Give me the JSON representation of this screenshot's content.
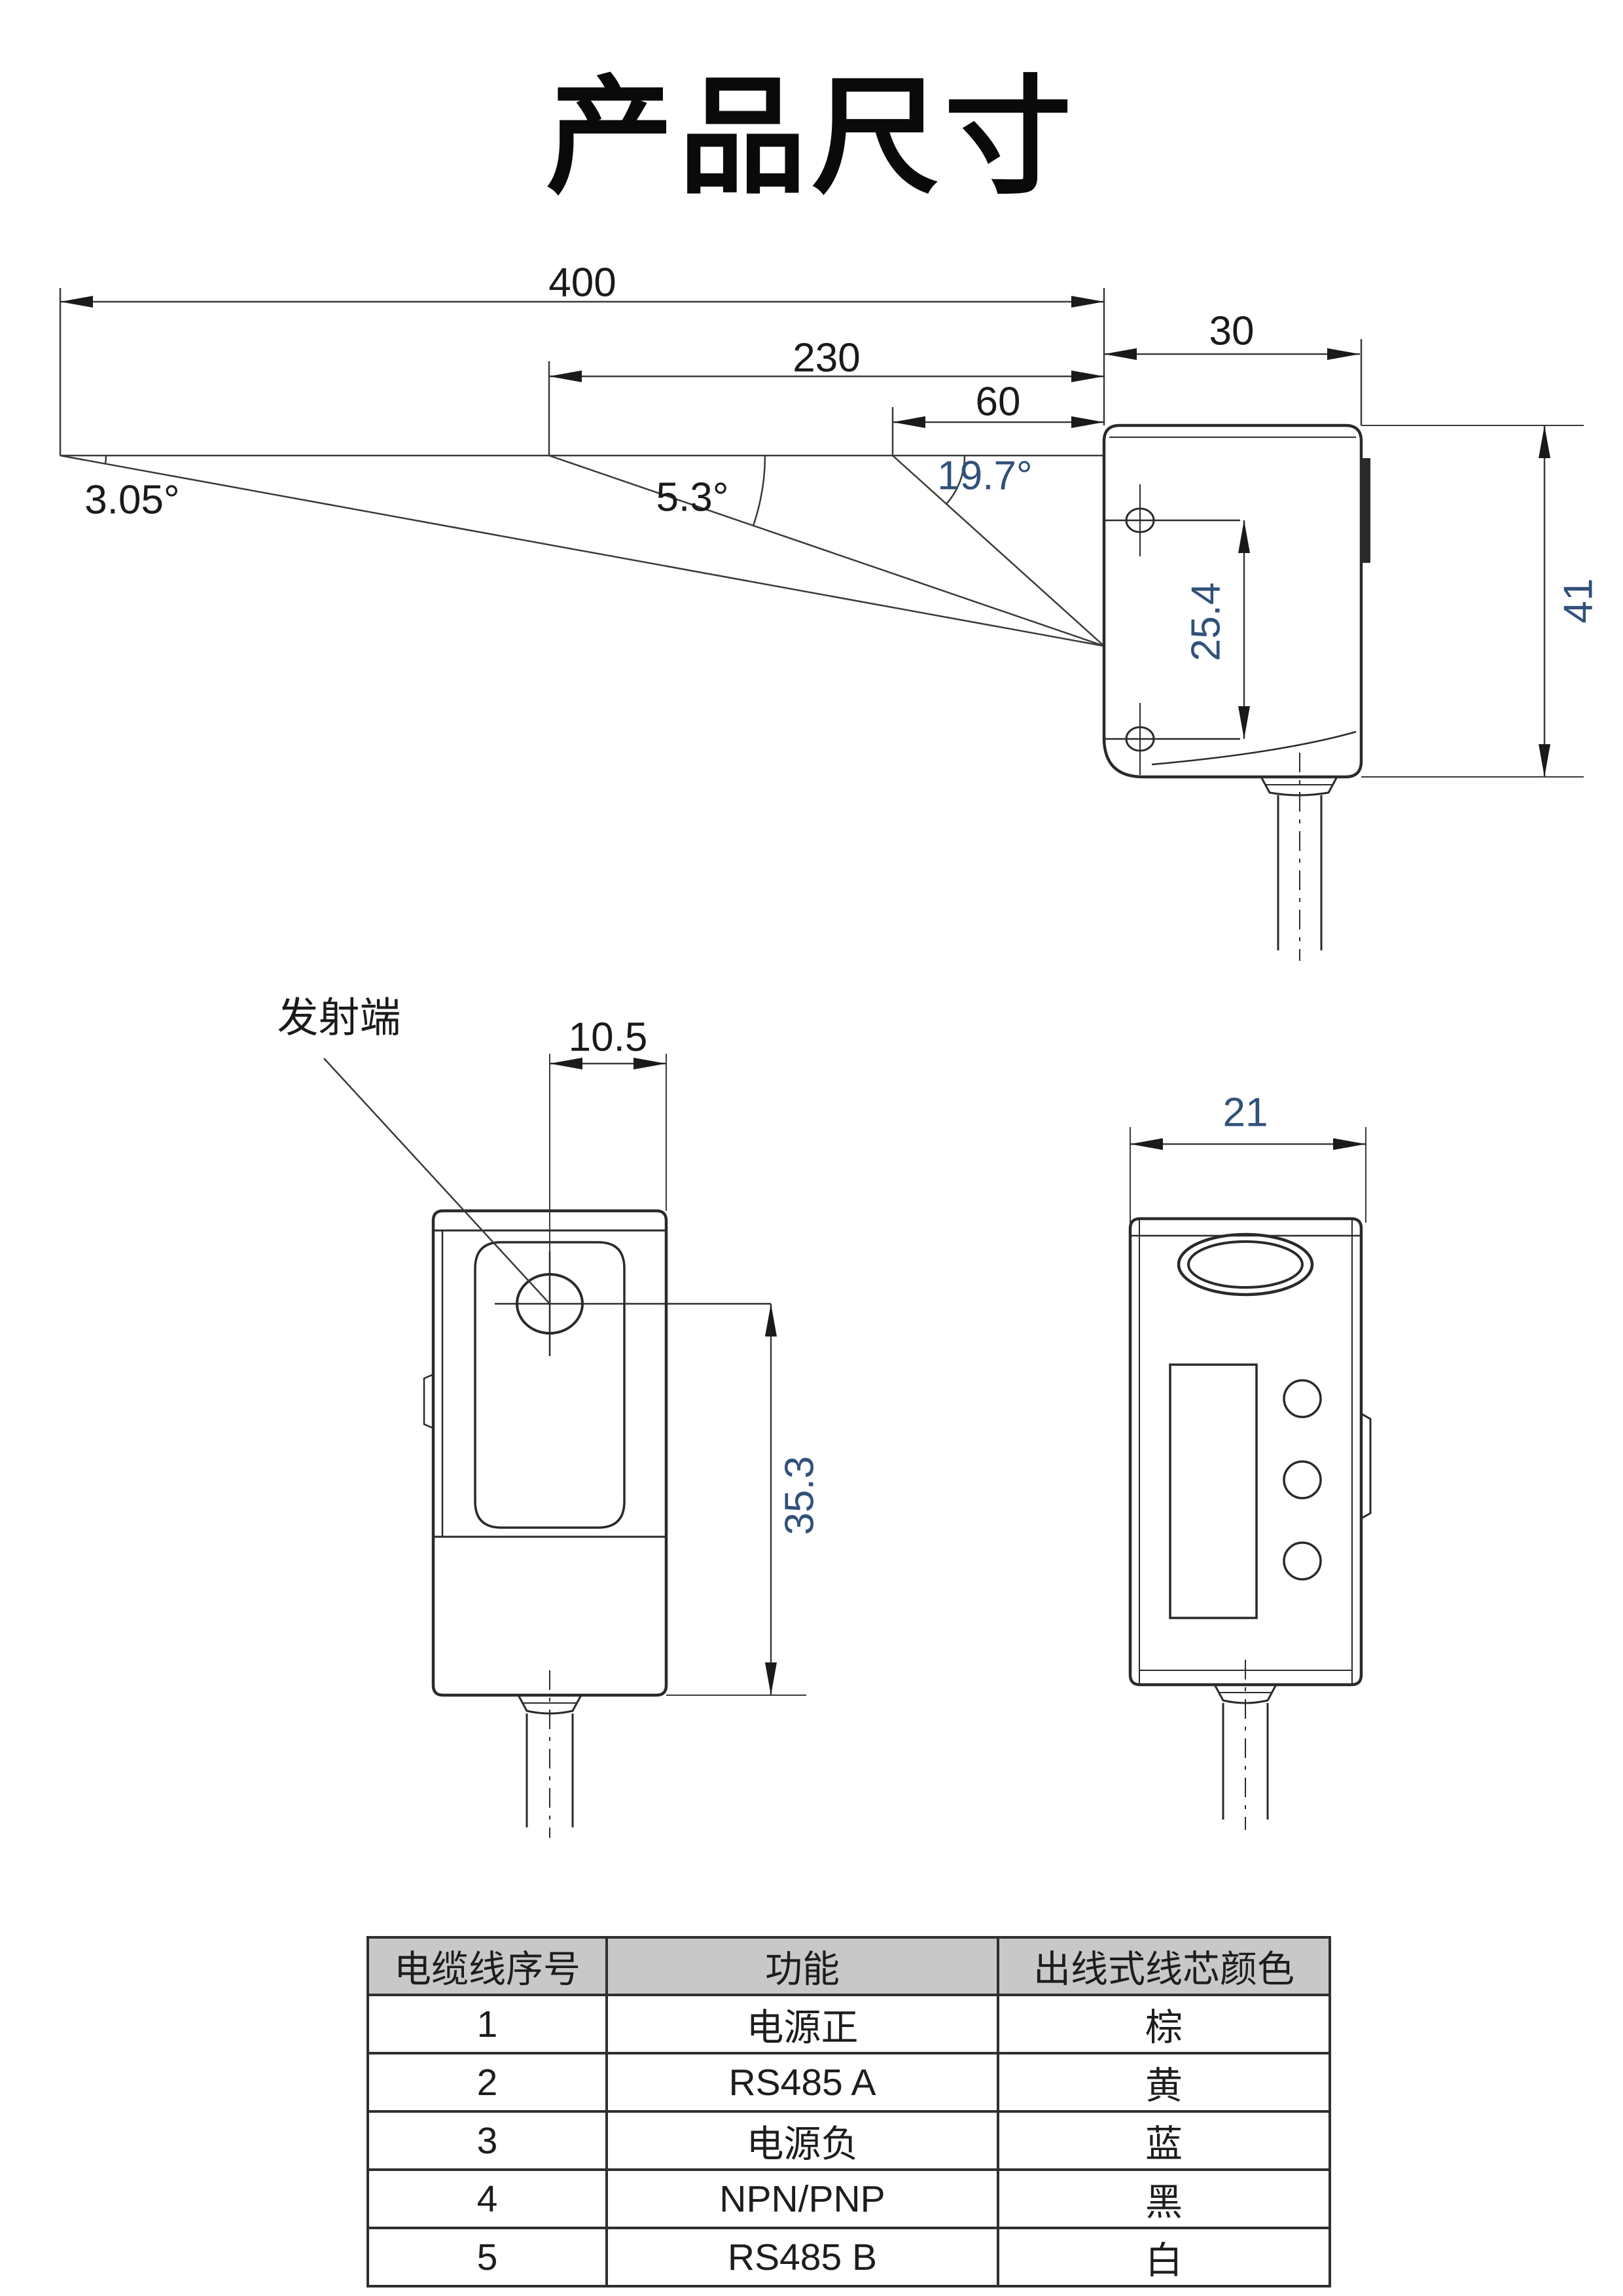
{
  "title": "产品尺寸",
  "drawing": {
    "beam": {
      "d400": "400",
      "d230": "230",
      "d60": "60",
      "angle_far": "3.05°",
      "angle_mid": "5.3°",
      "angle_near": "19.7°"
    },
    "side_view": {
      "d30": "30",
      "d41": "41",
      "d25_4": "25.4"
    },
    "front_view": {
      "emitter_label": "发射端",
      "d10_5": "10.5",
      "d35_3": "35.3"
    },
    "rear_view": {
      "d21": "21"
    }
  },
  "table": {
    "headers": [
      "电缆线序号",
      "功能",
      "出线式线芯颜色"
    ],
    "rows": [
      {
        "no": "1",
        "func": "电源正",
        "color": "棕"
      },
      {
        "no": "2",
        "func": "RS485 A",
        "color": "黄"
      },
      {
        "no": "3",
        "func": "电源负",
        "color": "蓝"
      },
      {
        "no": "4",
        "func": "NPN/PNP",
        "color": "黑"
      },
      {
        "no": "5",
        "func": "RS485 B",
        "color": "白"
      }
    ]
  },
  "colors": {
    "line": "#3a3a3a",
    "body_line": "#2a2a2a",
    "text": "#1a1a1a",
    "dim_text_blue": "#31517a",
    "table_header_bg": "#c8c8c8",
    "table_border": "#2f2f2f"
  }
}
